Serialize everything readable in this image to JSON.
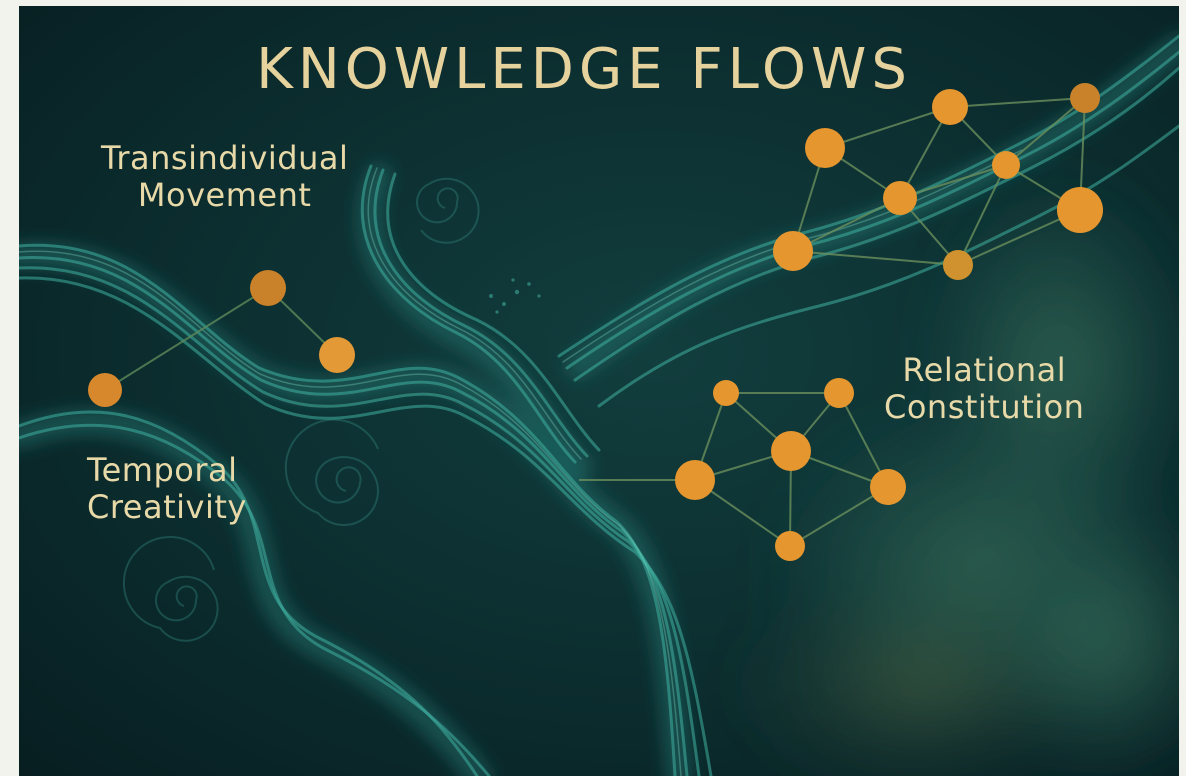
{
  "title": "KNOWLEDGE FLOWS",
  "labels": {
    "transindividual": [
      "Transindividual",
      "Movement"
    ],
    "temporal": [
      "Temporal",
      "Creativity"
    ],
    "relational": [
      "Relational",
      "Constitution"
    ]
  },
  "colors": {
    "background": "#0b2a2c",
    "stream": "#3fb0a0",
    "node": "#e5962e",
    "node_dark": "#c9822a",
    "text": "#e8d9a8",
    "page": "#f3f3ee"
  }
}
